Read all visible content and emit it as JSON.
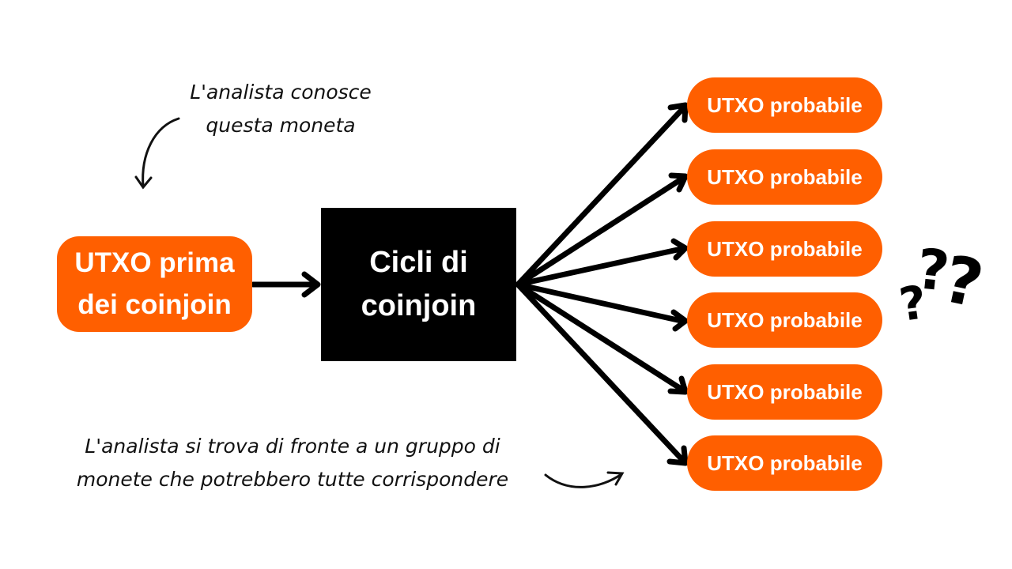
{
  "source": {
    "line1": "UTXO prima",
    "line2": "dei coinjoin"
  },
  "process": {
    "line1": "Cicli di",
    "line2": "coinjoin"
  },
  "outputs": [
    {
      "label": "UTXO probabile"
    },
    {
      "label": "UTXO probabile"
    },
    {
      "label": "UTXO probabile"
    },
    {
      "label": "UTXO probabile"
    },
    {
      "label": "UTXO probabile"
    },
    {
      "label": "UTXO probabile"
    }
  ],
  "annotations": {
    "top": {
      "line1": "L'analista conosce",
      "line2": "questa moneta"
    },
    "bottom": {
      "line1": "L'analista si trova di fronte a un gruppo di",
      "line2": "monete che potrebbero tutte corrispondere"
    }
  },
  "decoration": {
    "question_marks": "? ? ?"
  },
  "colors": {
    "accent": "#ff5f00",
    "process": "#000000",
    "text_on_accent": "#ffffff"
  },
  "icons": [
    "curved-arrow-icon",
    "question-marks-icon"
  ]
}
